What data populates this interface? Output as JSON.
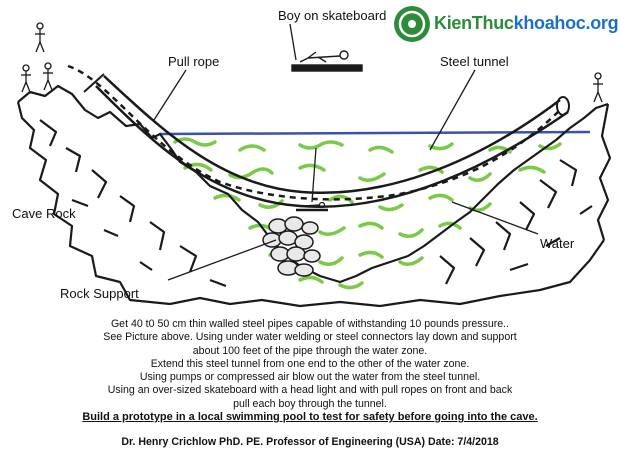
{
  "labels": {
    "boy_on_skateboard": "Boy on skateboard",
    "pull_rope": "Pull rope",
    "steel_tunnel": "Steel tunnel",
    "cave_rock": "Cave Rock",
    "water": "Water",
    "rock_support": "Rock Support"
  },
  "watermark": {
    "brand_green": "KienThuc",
    "brand_blue": "khoahoc",
    "domain": ".org"
  },
  "description": {
    "lines": [
      "Get 40 t0 50 cm thin walled steel pipes capable of withstanding 10 pounds pressure..",
      "See Picture above. Using under water welding or steel connectors lay down and support",
      "about 100 feet of the pipe through the water zone.",
      "Extend this steel tunnel from one end to the other of the water zone.",
      "Using pumps or compressed air blow out the water from the steel tunnel.",
      "Using an over-sized skateboard with a head light and with pull ropes on front and back",
      "pull each boy through the tunnel."
    ],
    "emphasis": "Build a prototype in a local swimming pool to test for safety before going into the cave."
  },
  "credit": "Dr. Henry Crichlow PhD. PE. Professor of Engineering (USA) Date: 7/4/2018",
  "colors": {
    "water_line": "#3a52a8",
    "water_scribble": "#7cc94a",
    "rock_ink": "#1a1a1a",
    "logo_green": "#2e8b3a",
    "logo_blue": "#1d6fc7"
  }
}
